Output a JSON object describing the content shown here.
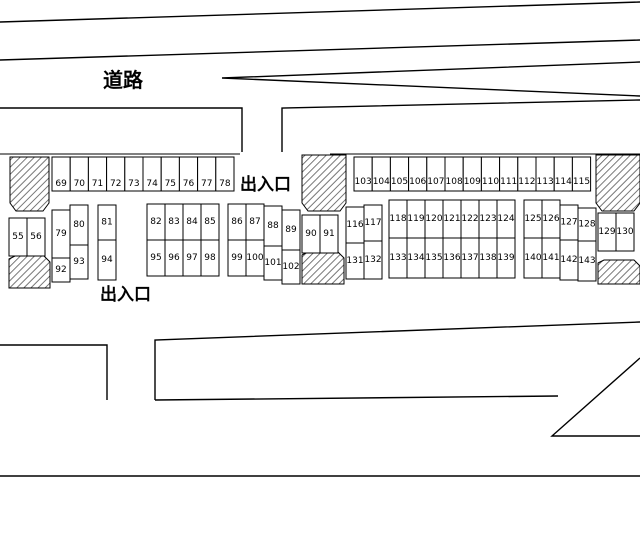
{
  "labels": {
    "road": "道路",
    "entrance_top": "出入口",
    "entrance_bottom": "出入口"
  },
  "lots": {
    "row_a": [
      "69",
      "70",
      "71",
      "72",
      "73",
      "74",
      "75",
      "76",
      "77",
      "78",
      "103",
      "104",
      "105",
      "106",
      "107",
      "108",
      "109",
      "110",
      "111",
      "112",
      "113",
      "114",
      "115"
    ],
    "row_b_upper": [
      "55",
      "56",
      "79",
      "80",
      "81",
      "82",
      "83",
      "84",
      "85",
      "86",
      "87",
      "88",
      "89",
      "90",
      "91",
      "116",
      "117",
      "118",
      "119",
      "120",
      "121",
      "122",
      "123",
      "124",
      "125",
      "126",
      "127",
      "128",
      "129",
      "130"
    ],
    "row_b_lower": [
      "92",
      "93",
      "94",
      "95",
      "96",
      "97",
      "98",
      "99",
      "100",
      "101",
      "102",
      "131",
      "132",
      "133",
      "134",
      "135",
      "136",
      "137",
      "138",
      "139",
      "140",
      "141",
      "142",
      "143"
    ]
  },
  "colors": {
    "line": "#000000",
    "background": "#ffffff",
    "hatch": "#555555"
  }
}
